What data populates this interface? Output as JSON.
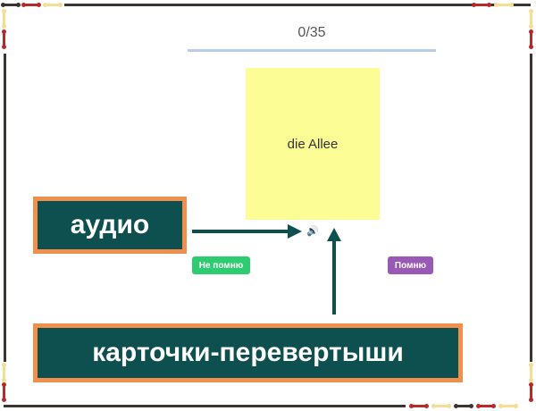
{
  "progress": {
    "text": "0/35",
    "value": 0
  },
  "card": {
    "word": "die Allee"
  },
  "buttons": {
    "forgot": "Не помню",
    "remember": "Помню"
  },
  "annotations": {
    "audio": "аудио",
    "flashcards": "карточки-перевертыши"
  },
  "colors": {
    "forgot": "#2ecc71",
    "remember": "#9b59b6",
    "card": "#fdfd96",
    "label_bg": "#0e4f4f",
    "label_border": "#f0904c"
  }
}
